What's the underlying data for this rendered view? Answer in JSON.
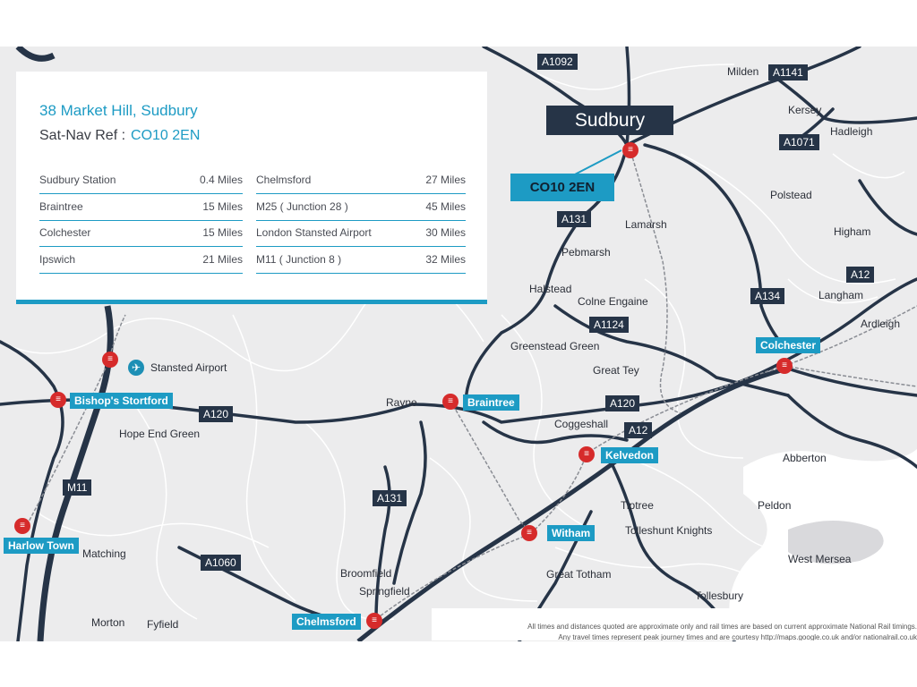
{
  "info": {
    "address": "38 Market Hill, Sudbury",
    "satnav_label": "Sat-Nav Ref :",
    "satnav_code": "CO10 2EN",
    "distances_left": [
      {
        "name": "Sudbury Station",
        "value": "0.4 Miles"
      },
      {
        "name": "Braintree",
        "value": "15 Miles"
      },
      {
        "name": "Colchester",
        "value": "15 Miles"
      },
      {
        "name": "Ipswich",
        "value": "21 Miles"
      }
    ],
    "distances_right": [
      {
        "name": "Chelmsford",
        "value": "27 Miles"
      },
      {
        "name": "M25 ( Junction 28 )",
        "value": "45 Miles"
      },
      {
        "name": "London Stansted Airport",
        "value": "30 Miles"
      },
      {
        "name": "M11 ( Junction 8 )",
        "value": "32 Miles"
      }
    ]
  },
  "callouts": {
    "town": "Sudbury",
    "postcode": "CO10 2EN"
  },
  "stations": {
    "bishops_stortford": "Bishop's Stortford",
    "harlow_town": "Harlow Town",
    "braintree": "Braintree",
    "kelvedon": "Kelvedon",
    "witham": "Witham",
    "colchester": "Colchester",
    "chelmsford": "Chelmsford"
  },
  "airport": "Stansted Airport",
  "roads": {
    "a1092": "A1092",
    "a1141": "A1141",
    "a1071": "A1071",
    "a131_north": "A131",
    "a131_south": "A131",
    "a12_east": "A12",
    "a12_mid": "A12",
    "a134": "A134",
    "a1124": "A1124",
    "a120_east": "A120",
    "a120_west": "A120",
    "m11": "M11",
    "a1060": "A1060"
  },
  "places": {
    "milden": "Milden",
    "kersey": "Kersey",
    "hadleigh": "Hadleigh",
    "polstead": "Polstead",
    "higham": "Higham",
    "langham": "Langham",
    "ardleigh": "Ardleigh",
    "lamarsh": "Lamarsh",
    "pebmarsh": "Pebmarsh",
    "halstead": "Halstead",
    "colne_engaine": "Colne Engaine",
    "greenstead_green": "Greenstead Green",
    "great_tey": "Great Tey",
    "rayne": "Rayne",
    "coggeshall": "Coggeshall",
    "hope_end_green": "Hope End Green",
    "abberton": "Abberton",
    "tiptree": "Tiptree",
    "peldon": "Peldon",
    "tolleshunt_knights": "Tolleshunt Knights",
    "west_mersea": "West Mersea",
    "matching": "Matching",
    "broomfield": "Broomfield",
    "springfield": "Springfield",
    "great_totham": "Great Totham",
    "tollesbury": "Tollesbury",
    "morton": "Morton",
    "fyfield": "Fyfield"
  },
  "disclaimer": {
    "line1": "All times and distances quoted are approximate only and rail times are based on current approximate National Rail timings.",
    "line2": "Any travel times represent peak journey times and are courtesy http://maps.google.co.uk and/or nationalrail.co.uk"
  },
  "colors": {
    "accent": "#1d9bc4",
    "dark": "#263447",
    "rail": "#d62b2b",
    "map_bg": "#ececed"
  },
  "icons": {
    "rail": "national-rail-icon",
    "airport": "airplane-icon"
  }
}
